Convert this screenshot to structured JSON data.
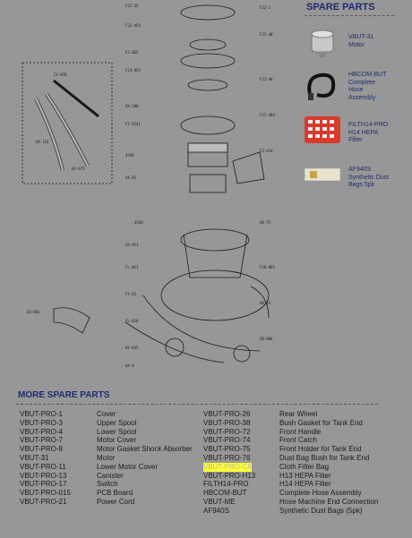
{
  "side_panel": {
    "title": "SPARE PARTS",
    "items": [
      {
        "name": "VBUT-31\nMotor",
        "icon": "motor-icon"
      },
      {
        "name": "HBCOM-BUT\nComplete\nHose\nAssembly",
        "icon": "hose-icon"
      },
      {
        "name": "FILTH14-PRO\nH14 HEPA\nFilter",
        "icon": "hepa-filter-icon"
      },
      {
        "name": "AF940S\nSynthetic Dust\nBags 5pk",
        "icon": "dust-bag-icon"
      }
    ]
  },
  "more_parts": {
    "title": "MORE SPARE PARTS",
    "rows": [
      [
        "VBUT-PRO-1",
        "Cover",
        "VBUT-PRO-26",
        "Rear Wheel"
      ],
      [
        "VBUT-PRO-3",
        "Upper Spool",
        "VBUT-PRO-38",
        "Bush Gasket for Tank End"
      ],
      [
        "VBUT-PRO-4",
        "Lower Spool",
        "VBUT-PRO-72",
        "Front Handle"
      ],
      [
        "VBUT-PRO-7",
        "Motor Cover",
        "VBUT-PRO-74",
        "Front Catch"
      ],
      [
        "VBUT-PRO-8",
        "Motor Gasket Shock Absorber",
        "VBUT-PRO-75",
        "Front Holder for Tank End"
      ],
      [
        "VBUT-31",
        "Motor",
        "VBUT-PRO-76",
        "Dust Bag Bush for Tank End"
      ],
      [
        "VBUT-PRO-11",
        "Lower Motor Cover",
        "VBUT-PRO-C8",
        "Cloth Filter Bag"
      ],
      [
        "VBUT-PRO-13",
        "Canister",
        "VBUT-PRO-H13",
        "H13 HEPA Filter"
      ],
      [
        "VBUT-PRO-17",
        "Switch",
        "FILTH14-PRO",
        "H14 HEPA Filter"
      ],
      [
        "VBUT-PRO-015",
        "PCB Board",
        "HBCOM-BUT",
        "Complete Hose Assembly"
      ],
      [
        "VBUT-PRO-21",
        "Power Cord",
        "VBUT-ME",
        "Hose Machine End Connection"
      ],
      [
        "",
        "",
        "AF940S",
        "Synthetic Dust Bags (5pk)"
      ]
    ],
    "highlighted_code": "VBUT-PRO-C8"
  },
  "colors": {
    "background": "#979797",
    "heading": "#1f2d6e",
    "highlight": "#ffff33"
  }
}
